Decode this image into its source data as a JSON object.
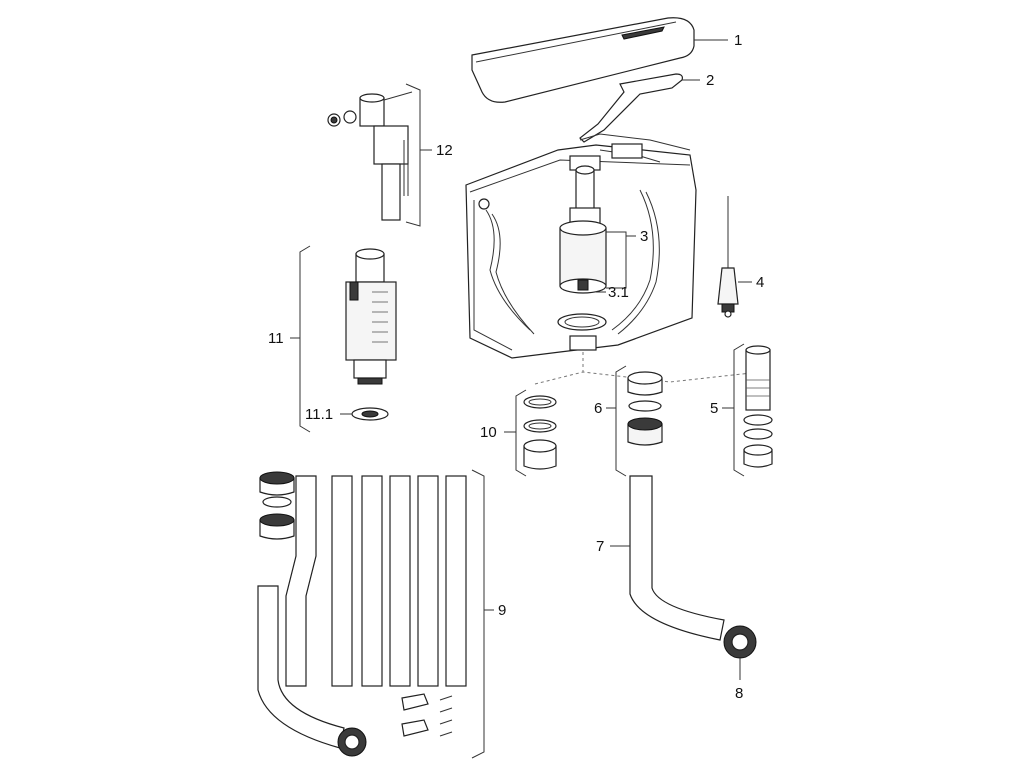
{
  "diagram": {
    "callouts": [
      {
        "id": "label-1",
        "text": "1"
      },
      {
        "id": "label-2",
        "text": "2"
      },
      {
        "id": "label-3",
        "text": "3"
      },
      {
        "id": "label-3-1",
        "text": "3.1"
      },
      {
        "id": "label-4",
        "text": "4"
      },
      {
        "id": "label-5",
        "text": "5"
      },
      {
        "id": "label-6",
        "text": "6"
      },
      {
        "id": "label-7",
        "text": "7"
      },
      {
        "id": "label-8",
        "text": "8"
      },
      {
        "id": "label-9",
        "text": "9"
      },
      {
        "id": "label-10",
        "text": "10"
      },
      {
        "id": "label-11",
        "text": "11"
      },
      {
        "id": "label-11-1",
        "text": "11.1"
      },
      {
        "id": "label-12",
        "text": "12"
      }
    ]
  }
}
